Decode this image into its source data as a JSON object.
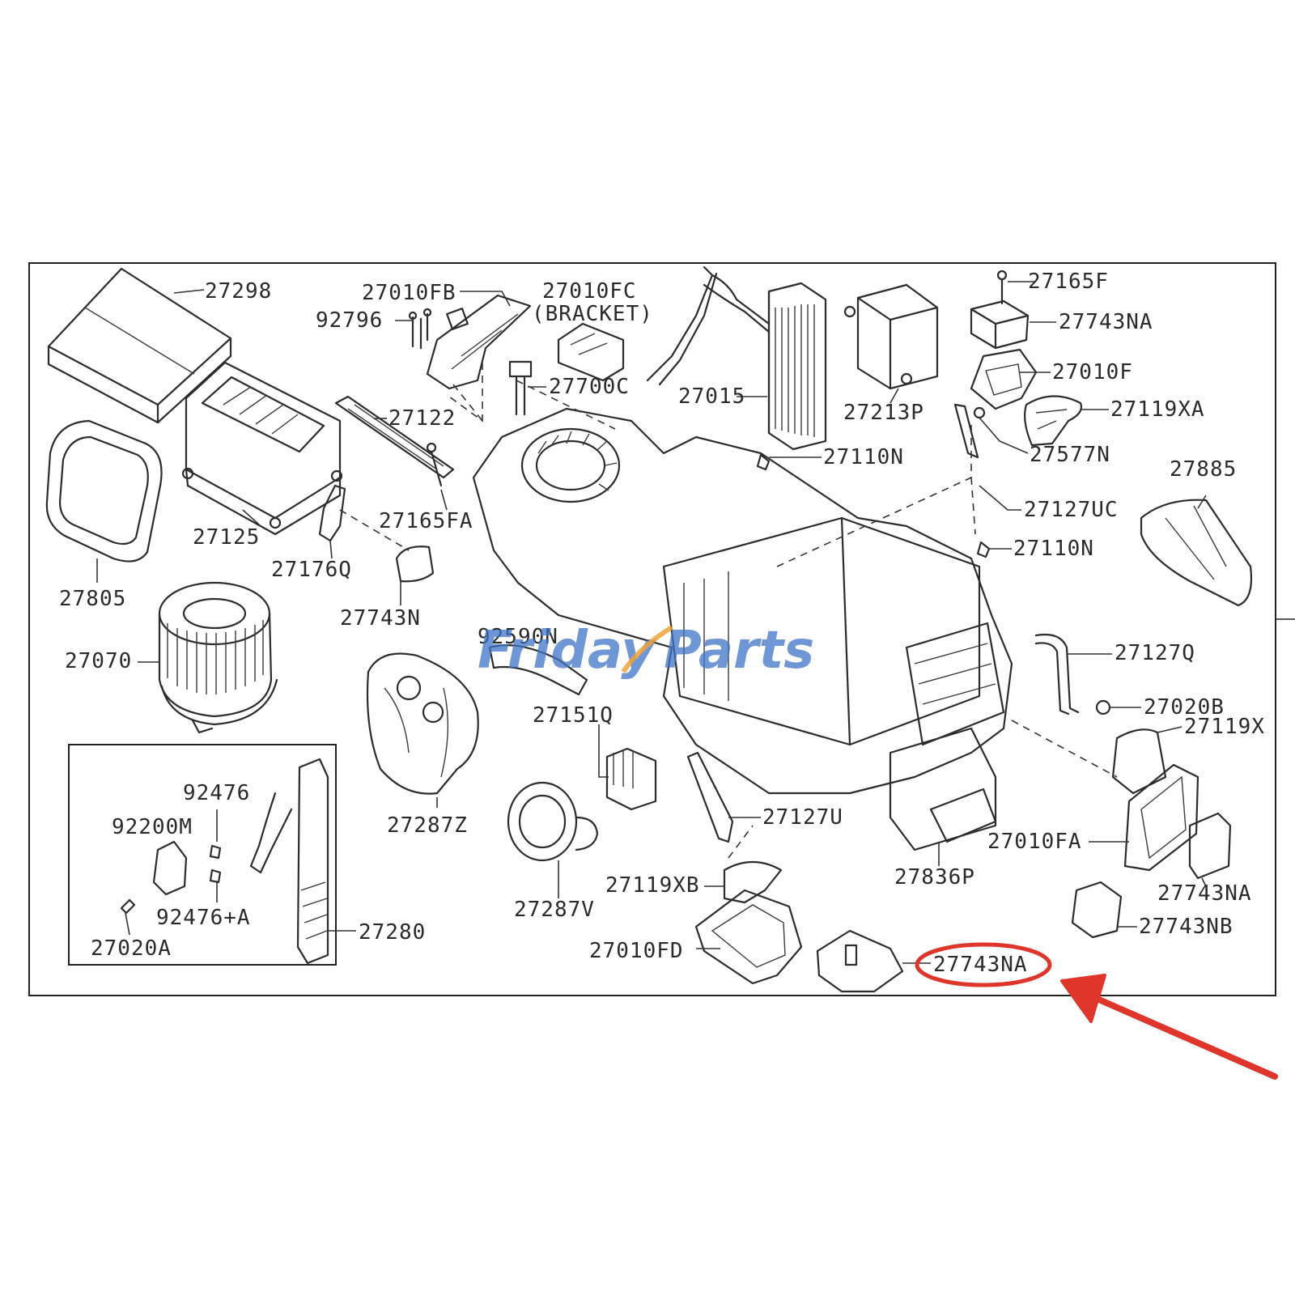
{
  "watermark": {
    "brand_a": "Friday",
    "brand_b": "Parts",
    "color_a": "#3f74c8",
    "color_b": "#f0a23a"
  },
  "highlight": {
    "part": "27743NA",
    "color": "#e0352b"
  },
  "labels": {
    "p27298": "27298",
    "p27010FB": "27010FB",
    "p27010FC": "27010FC",
    "bracket": "(BRACKET)",
    "p92796": "92796",
    "p27700C": "27700C",
    "p27015": "27015",
    "p27213P": "27213P",
    "p27165F": "27165F",
    "p27743NA_top": "27743NA",
    "p27010F": "27010F",
    "p27119XA": "27119XA",
    "p27577N": "27577N",
    "p27122": "27122",
    "p27110N_a": "27110N",
    "p27885": "27885",
    "p27127UC": "27127UC",
    "p27125": "27125",
    "p27165FA": "27165FA",
    "p27110N_b": "27110N",
    "p27176Q": "27176Q",
    "p27805": "27805",
    "p27743N": "27743N",
    "p92590N": "92590N",
    "p27127Q": "27127Q",
    "p27070": "27070",
    "p27020B": "27020B",
    "p27119X": "27119X",
    "p27151Q": "27151Q",
    "p92476": "92476",
    "p92200M": "92200M",
    "p27287Z": "27287Z",
    "p27127U": "27127U",
    "p27010FA": "27010FA",
    "p27836P": "27836P",
    "p27119XB": "27119XB",
    "p27743NA_right": "27743NA",
    "p92476A": "92476+A",
    "p27287V": "27287V",
    "p27743NB": "27743NB",
    "p27280": "27280",
    "p27020A": "27020A",
    "p27010FD": "27010FD",
    "p27743NA_bottom": "27743NA"
  }
}
